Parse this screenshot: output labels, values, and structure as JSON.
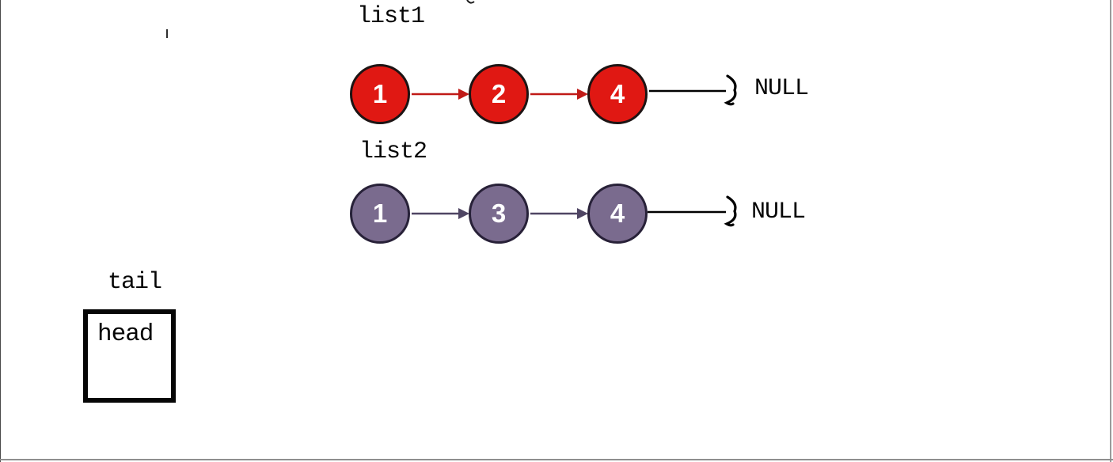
{
  "list1": {
    "label": "list1",
    "nodes": [
      "1",
      "2",
      "4"
    ],
    "null_label": "NULL",
    "node_fill": "#e01813",
    "node_border": "#1d1414",
    "arrow_color": "#c01a17"
  },
  "list2": {
    "label": "list2",
    "nodes": [
      "1",
      "3",
      "4"
    ],
    "null_label": "NULL",
    "node_fill": "#7a6b8e",
    "node_border": "#282138",
    "arrow_color": "#4f4563"
  },
  "pointers": {
    "tail_label": "tail",
    "head_label": "head"
  },
  "colors": {
    "background": "#ffffff",
    "null_arrow": "#000000",
    "node_text": "#ffffff",
    "window_edge_left": "#4a4a4a",
    "window_edge_right": "#9a9a9a",
    "window_edge_bottom": "#8f8f8f"
  }
}
